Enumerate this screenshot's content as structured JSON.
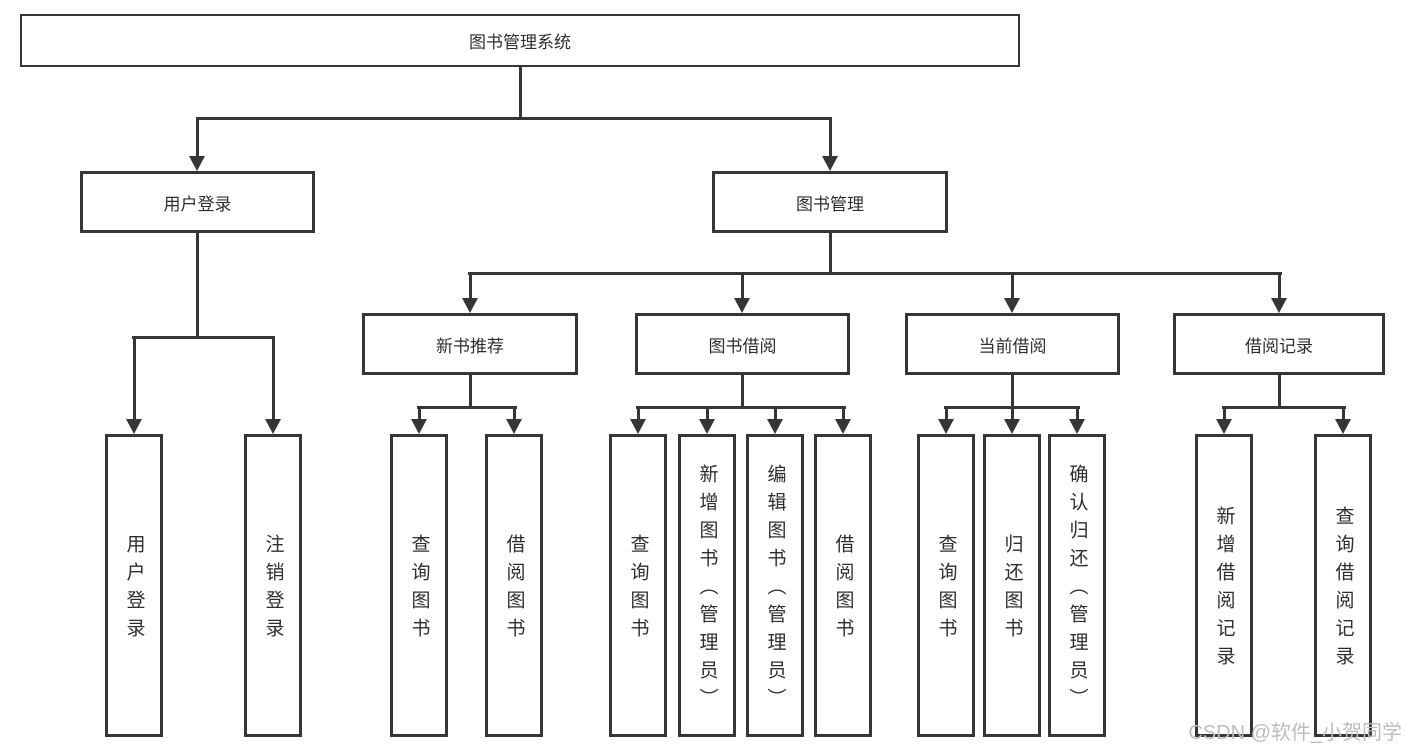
{
  "diagram": {
    "title": "图书管理系统",
    "root": {
      "label": "图书管理系统"
    },
    "level2": [
      "用户登录",
      "图书管理"
    ],
    "level3": [
      "新书推荐",
      "图书借阅",
      "当前借阅",
      "借阅记录"
    ],
    "leaves": {
      "user_login": [
        "用户登录",
        "注销登录"
      ],
      "new_book": [
        "查询图书",
        "借阅图书"
      ],
      "book_borrow": [
        "查询图书",
        "新增图书（管理员）",
        "编辑图书（管理员）",
        "借阅图书"
      ],
      "current_borrow": [
        "查询图书",
        "归还图书",
        "确认归还（管理员）"
      ],
      "borrow_records": [
        "新增借阅记录",
        "查询借阅记录"
      ]
    }
  },
  "watermark": "CSDN @软件_小贺同学",
  "colors": {
    "line": "#363636",
    "text": "#2e2e2e",
    "background": "#ffffff",
    "watermark": "#bdbdbd"
  }
}
